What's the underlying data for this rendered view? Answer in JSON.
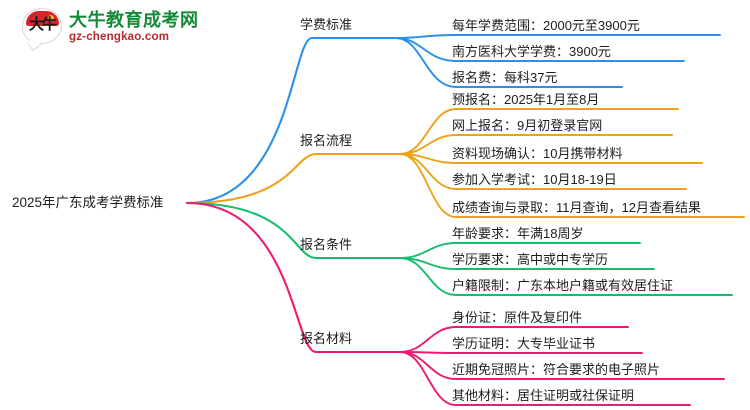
{
  "page": {
    "title": "2025年广东成考学费标准思维导图",
    "background": "#ffffff"
  },
  "logo": {
    "mark_glyph": "大牛",
    "site_name": "大牛教育成考网",
    "site_url": "gz-chengkao.com",
    "name_color": "#138a36",
    "url_color": "#b7282e",
    "mark_color": "#d8232a"
  },
  "mindmap": {
    "type": "mindmap",
    "root": {
      "label": "2025年广东成考学费标准"
    },
    "branches": [
      {
        "id": "tuition-standard",
        "label": "学费标准",
        "color": "#2b90ea",
        "children": [
          {
            "label": "每年学费范围：2000元至3900元"
          },
          {
            "label": "南方医科大学学费：3900元"
          },
          {
            "label": "报名费：每科37元"
          }
        ]
      },
      {
        "id": "registration-process",
        "label": "报名流程",
        "color": "#eda21d",
        "children": [
          {
            "label": "预报名：2025年1月至8月"
          },
          {
            "label": "网上报名：9月初登录官网"
          },
          {
            "label": "资料现场确认：10月携带材料"
          },
          {
            "label": "参加入学考试：10月18-19日"
          },
          {
            "label": "成绩查询与录取：11月查询，12月查看结果"
          }
        ]
      },
      {
        "id": "registration-requirements",
        "label": "报名条件",
        "color": "#17bd6d",
        "children": [
          {
            "label": "年龄要求：年满18周岁"
          },
          {
            "label": "学历要求：高中或中专学历"
          },
          {
            "label": "户籍限制：广东本地户籍或有效居住证"
          }
        ]
      },
      {
        "id": "registration-materials",
        "label": "报名材料",
        "color": "#ef1a72",
        "children": [
          {
            "label": "身份证：原件及复印件"
          },
          {
            "label": "学历证明：大专毕业证书"
          },
          {
            "label": "近期免冠照片：符合要求的电子照片"
          },
          {
            "label": "其他材料：居住证明或社保证明"
          }
        ]
      }
    ]
  }
}
